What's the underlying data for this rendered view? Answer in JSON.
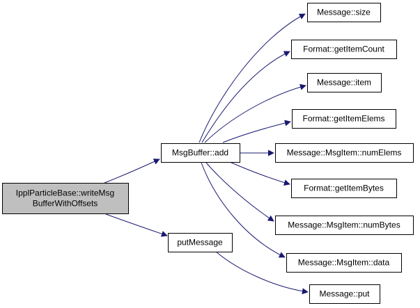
{
  "graph": {
    "colors": {
      "edge": "#191970",
      "root_fill": "#bfbfbf",
      "node_fill": "#ffffff",
      "border": "#000000"
    },
    "nodes": {
      "root": {
        "lines": [
          "IpplParticleBase::writeMsg",
          "BufferWithOffsets"
        ]
      },
      "msgbuffer_add": {
        "lines": [
          "MsgBuffer::add"
        ]
      },
      "put_message": {
        "lines": [
          "putMessage"
        ]
      },
      "message_size": {
        "lines": [
          "Message::size"
        ]
      },
      "format_get_item_count": {
        "lines": [
          "Format::getItemCount"
        ]
      },
      "message_item": {
        "lines": [
          "Message::item"
        ]
      },
      "format_get_item_elems": {
        "lines": [
          "Format::getItemElems"
        ]
      },
      "msgitem_num_elems": {
        "lines": [
          "Message::MsgItem::numElems"
        ]
      },
      "format_get_item_bytes": {
        "lines": [
          "Format::getItemBytes"
        ]
      },
      "msgitem_num_bytes": {
        "lines": [
          "Message::MsgItem::numBytes"
        ]
      },
      "msgitem_data": {
        "lines": [
          "Message::MsgItem::data"
        ]
      },
      "message_put": {
        "lines": [
          "Message::put"
        ]
      }
    },
    "edges": [
      {
        "from": "root",
        "to": "msgbuffer_add"
      },
      {
        "from": "root",
        "to": "put_message"
      },
      {
        "from": "msgbuffer_add",
        "to": "message_size"
      },
      {
        "from": "msgbuffer_add",
        "to": "format_get_item_count"
      },
      {
        "from": "msgbuffer_add",
        "to": "message_item"
      },
      {
        "from": "msgbuffer_add",
        "to": "format_get_item_elems"
      },
      {
        "from": "msgbuffer_add",
        "to": "msgitem_num_elems"
      },
      {
        "from": "msgbuffer_add",
        "to": "format_get_item_bytes"
      },
      {
        "from": "msgbuffer_add",
        "to": "msgitem_num_bytes"
      },
      {
        "from": "msgbuffer_add",
        "to": "msgitem_data"
      },
      {
        "from": "put_message",
        "to": "message_put"
      }
    ]
  }
}
